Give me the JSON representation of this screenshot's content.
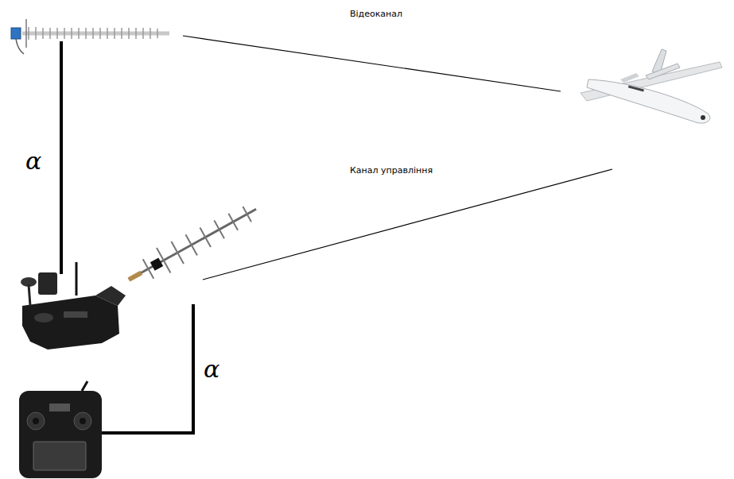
{
  "diagram": {
    "labels": [
      "Відеоканал",
      "Канал управління",
      "α",
      "α"
    ]
  }
}
